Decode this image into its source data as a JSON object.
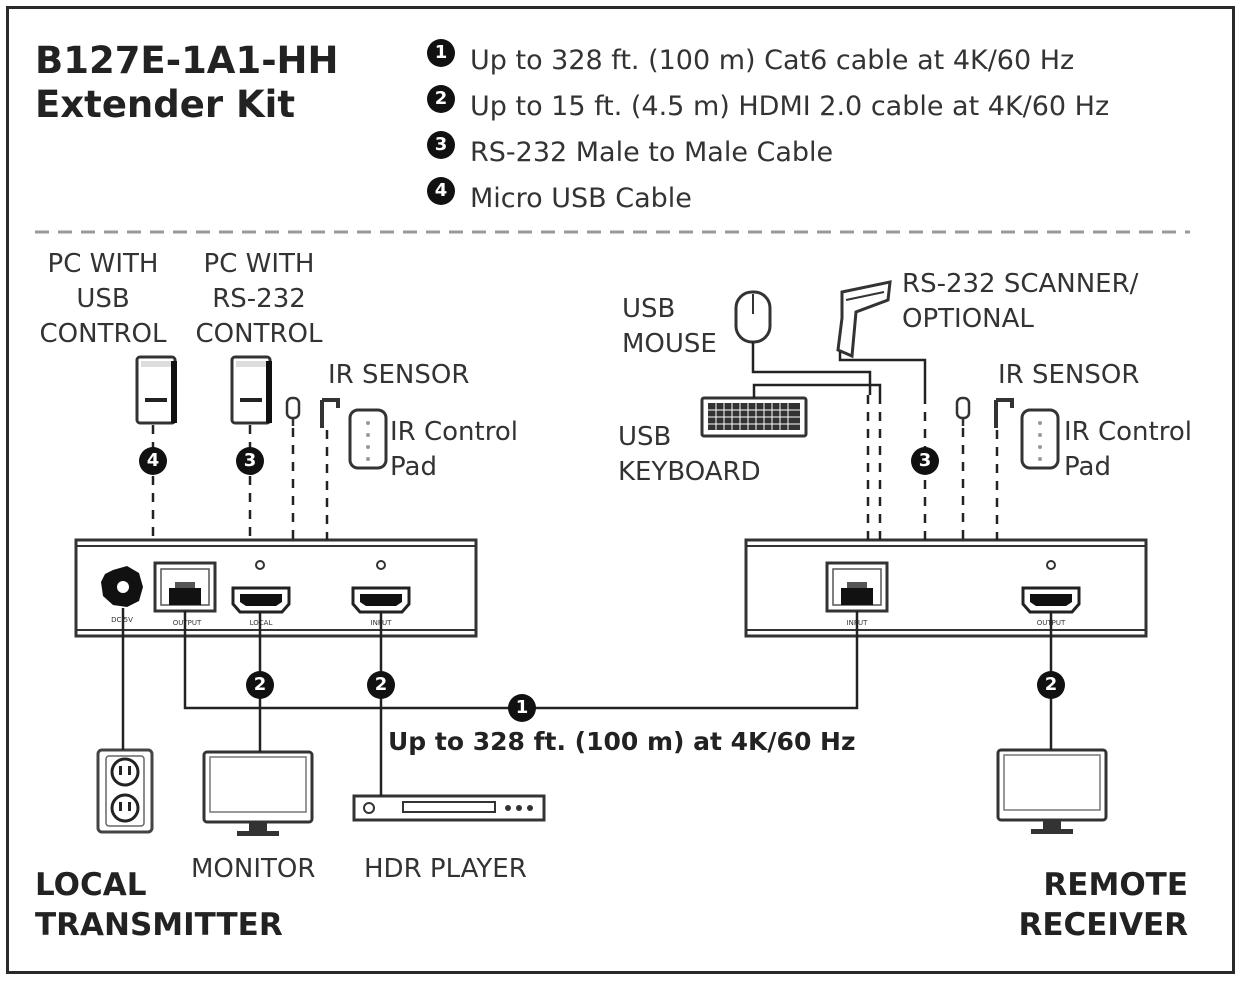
{
  "title": {
    "line1": "B127E-1A1-HH",
    "line2": "Extender Kit"
  },
  "legend": [
    {
      "num": "1",
      "text": "Up to 328 ft. (100 m) Cat6 cable at 4K/60 Hz"
    },
    {
      "num": "2",
      "text": "Up to 15 ft. (4.5 m) HDMI 2.0 cable at 4K/60 Hz"
    },
    {
      "num": "3",
      "text": "RS-232 Male to Male Cable"
    },
    {
      "num": "4",
      "text": "Micro USB Cable"
    }
  ],
  "local": {
    "pc_usb": [
      "PC WITH",
      "USB",
      "CONTROL"
    ],
    "pc_rs232": [
      "PC WITH",
      "RS-232",
      "CONTROL"
    ],
    "ir_sensor": "IR SENSOR",
    "ir_pad": [
      "IR Control",
      "Pad"
    ],
    "ports": {
      "power": "DC 5V",
      "output": "OUTPUT",
      "local": "LOCAL",
      "input": "INPUT"
    },
    "monitor": "MONITOR",
    "hdr_player": "HDR PLAYER",
    "label": [
      "LOCAL",
      "TRANSMITTER"
    ]
  },
  "remote": {
    "usb_mouse": [
      "USB",
      "MOUSE"
    ],
    "usb_keyboard": [
      "USB",
      "KEYBOARD"
    ],
    "scanner": [
      "RS-232 SCANNER/",
      "OPTIONAL"
    ],
    "ir_sensor": "IR SENSOR",
    "ir_pad": [
      "IR Control",
      "Pad"
    ],
    "ports": {
      "input": "INPUT",
      "output": "OUTPUT"
    },
    "label": [
      "REMOTE",
      "RECEIVER"
    ]
  },
  "cable_badges": {
    "n1": "1",
    "n2": "2",
    "n3": "3",
    "n4": "4"
  },
  "distance_label": "Up to 328 ft. (100 m) at 4K/60 Hz"
}
